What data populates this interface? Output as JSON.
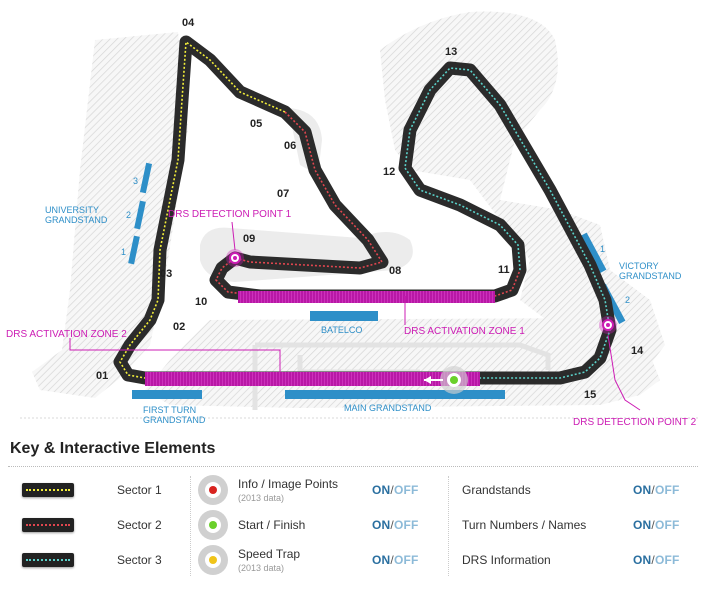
{
  "map": {
    "turns": [
      "01",
      "02",
      "03",
      "04",
      "05",
      "06",
      "07",
      "08",
      "09",
      "10",
      "11",
      "12",
      "13",
      "14",
      "15"
    ],
    "grandstands": {
      "university": "UNIVERSITY\nGRANDSTAND",
      "university_sections": [
        "3",
        "2",
        "1"
      ],
      "first_turn": "FIRST TURN\nGRANDSTAND",
      "main": "MAIN GRANDSTAND",
      "batelco": "BATELCO",
      "victory": "VICTORY\nGRANDSTAND",
      "victory_sections": [
        "1",
        "2"
      ]
    },
    "drs": {
      "detection_1": "DRS DETECTION POINT 1",
      "detection_2": "DRS DETECTION POINT 2",
      "activation_1": "DRS ACTIVATION ZONE 1",
      "activation_2": "DRS ACTIVATION ZONE 2"
    },
    "colors": {
      "track": "#2b2b2b",
      "sector1": "#f2ee3a",
      "sector2": "#e0464f",
      "sector3": "#5ad0c8",
      "drs": "#cc1cb4",
      "grandstand": "#2e8fc8",
      "turn_label": "#222222"
    }
  },
  "legend": {
    "title": "Key & Interactive Elements",
    "sectors": [
      {
        "label": "Sector 1",
        "color": "#f2ee3a"
      },
      {
        "label": "Sector 2",
        "color": "#e0464f"
      },
      {
        "label": "Sector 3",
        "color": "#5ad0c8"
      }
    ],
    "points": [
      {
        "label": "Info / Image Points",
        "sub": "(2013 data)",
        "icon": "info-point-icon",
        "color": "#d8231f"
      },
      {
        "label": "Start / Finish",
        "sub": "",
        "icon": "start-finish-icon",
        "color": "#6ad02a"
      },
      {
        "label": "Speed Trap",
        "sub": "(2013 data)",
        "icon": "speed-trap-icon",
        "color": "#f0c419"
      }
    ],
    "options": [
      {
        "label": "Grandstands"
      },
      {
        "label": "Turn Numbers / Names"
      },
      {
        "label": "DRS Information"
      }
    ],
    "toggle_on": "ON",
    "toggle_sep": "/",
    "toggle_off": "OFF"
  }
}
